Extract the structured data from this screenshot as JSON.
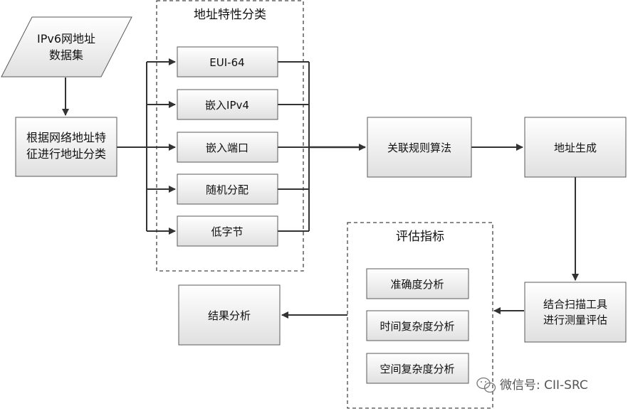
{
  "diagram": {
    "input_dataset": {
      "line1": "IPv6网地址",
      "line2": "数据集"
    },
    "classify_step": {
      "line1": "根据网络地址特",
      "line2": "征进行地址分类"
    },
    "feature_group": {
      "title": "地址特性分类",
      "items": [
        "EUI-64",
        "嵌入IPv4",
        "嵌入端口",
        "随机分配",
        "低字节"
      ]
    },
    "assoc_rule": "关联规则算法",
    "addr_gen": "地址生成",
    "scan_eval": {
      "line1": "结合扫描工具",
      "line2": "进行测量评估"
    },
    "metrics_group": {
      "title": "评估指标",
      "items": [
        "准确度分析",
        "时间复杂度分析",
        "空间复杂度分析"
      ]
    },
    "result": "结果分析"
  },
  "watermark": {
    "text": "微信号: CII-SRC",
    "icon": "wechat-icon"
  },
  "colors": {
    "box_top": "#ffffff",
    "box_bottom": "#e2e2e2",
    "stroke": "#5a5a5a",
    "arrow": "#333333"
  }
}
